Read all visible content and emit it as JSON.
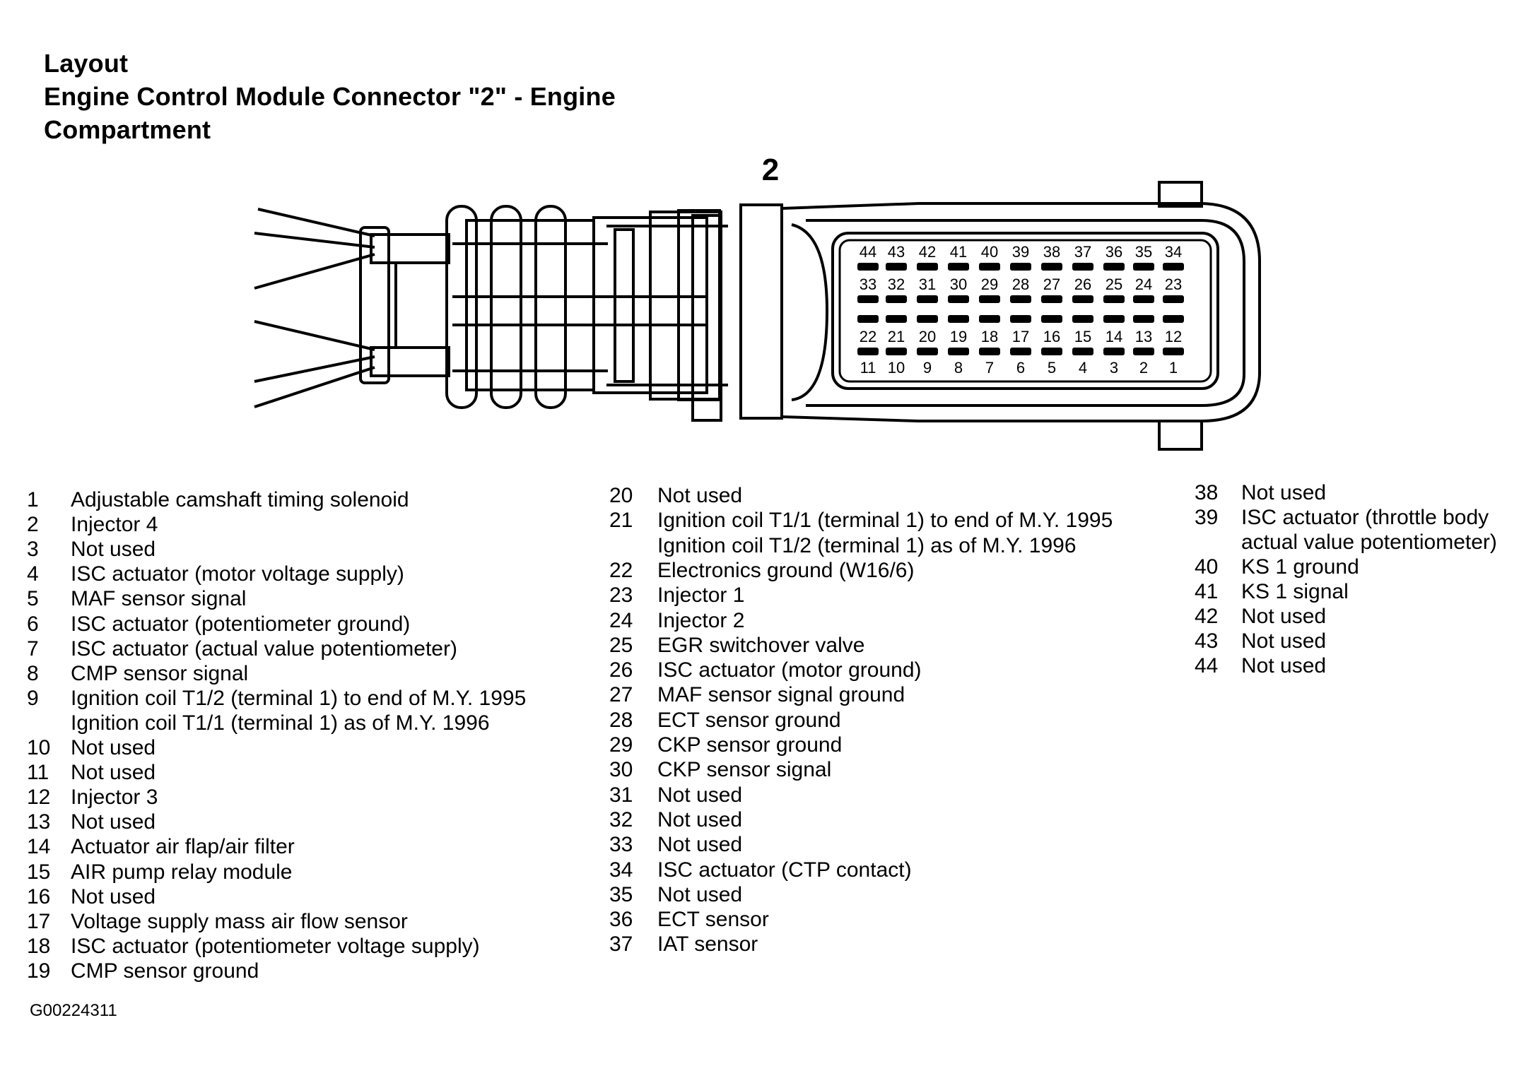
{
  "title": {
    "line1": "Layout",
    "line2": "Engine Control Module Connector  \"2\" - Engine",
    "line3": "Compartment"
  },
  "connector": {
    "label": "2",
    "row1": [
      "44",
      "43",
      "42",
      "41",
      "40",
      "39",
      "38",
      "37",
      "36",
      "35",
      "34"
    ],
    "row2": [
      "33",
      "32",
      "31",
      "30",
      "29",
      "28",
      "27",
      "26",
      "25",
      "24",
      "23"
    ],
    "row3": [
      "22",
      "21",
      "20",
      "19",
      "18",
      "17",
      "16",
      "15",
      "14",
      "13",
      "12"
    ],
    "row4": [
      "11",
      "10",
      "9",
      "8",
      "7",
      "6",
      "5",
      "4",
      "3",
      "2",
      "1"
    ]
  },
  "legend": {
    "col1": [
      {
        "num": "1",
        "lines": [
          "Adjustable camshaft timing solenoid"
        ]
      },
      {
        "num": "2",
        "lines": [
          "Injector 4"
        ]
      },
      {
        "num": "3",
        "lines": [
          "Not used"
        ]
      },
      {
        "num": "4",
        "lines": [
          "ISC actuator (motor voltage supply)"
        ]
      },
      {
        "num": "5",
        "lines": [
          "MAF sensor signal"
        ]
      },
      {
        "num": "6",
        "lines": [
          "ISC actuator (potentiometer ground)"
        ]
      },
      {
        "num": "7",
        "lines": [
          "ISC actuator (actual value potentiometer)"
        ]
      },
      {
        "num": "8",
        "lines": [
          "CMP sensor signal"
        ]
      },
      {
        "num": "9",
        "lines": [
          "Ignition coil T1/2 (terminal 1) to end of M.Y. 1995",
          "Ignition coil T1/1 (terminal 1) as of M.Y. 1996"
        ]
      },
      {
        "num": "10",
        "lines": [
          "Not used"
        ]
      },
      {
        "num": "11",
        "lines": [
          "Not used"
        ]
      },
      {
        "num": "12",
        "lines": [
          "Injector 3"
        ]
      },
      {
        "num": "13",
        "lines": [
          "Not used"
        ]
      },
      {
        "num": "14",
        "lines": [
          "Actuator air flap/air filter"
        ]
      },
      {
        "num": "15",
        "lines": [
          "AIR pump relay module"
        ]
      },
      {
        "num": "16",
        "lines": [
          "Not used"
        ]
      },
      {
        "num": "17",
        "lines": [
          "Voltage supply mass air flow sensor"
        ]
      },
      {
        "num": "18",
        "lines": [
          "ISC actuator (potentiometer voltage supply)"
        ]
      },
      {
        "num": "19",
        "lines": [
          "CMP sensor ground"
        ]
      }
    ],
    "col2": [
      {
        "num": "20",
        "lines": [
          "Not used"
        ]
      },
      {
        "num": "21",
        "lines": [
          "Ignition coil T1/1 (terminal 1) to end of M.Y. 1995",
          "Ignition coil T1/2 (terminal 1) as of M.Y. 1996"
        ]
      },
      {
        "num": "22",
        "lines": [
          "Electronics ground (W16/6)"
        ]
      },
      {
        "num": "23",
        "lines": [
          "Injector 1"
        ]
      },
      {
        "num": "24",
        "lines": [
          "Injector 2"
        ]
      },
      {
        "num": "25",
        "lines": [
          "EGR switchover valve"
        ]
      },
      {
        "num": "26",
        "lines": [
          "ISC actuator (motor ground)"
        ]
      },
      {
        "num": "27",
        "lines": [
          "MAF sensor signal ground"
        ]
      },
      {
        "num": "28",
        "lines": [
          "ECT sensor ground"
        ]
      },
      {
        "num": "29",
        "lines": [
          "CKP sensor ground"
        ]
      },
      {
        "num": "30",
        "lines": [
          "CKP sensor signal"
        ]
      },
      {
        "num": "31",
        "lines": [
          "Not used"
        ]
      },
      {
        "num": "32",
        "lines": [
          "Not used"
        ]
      },
      {
        "num": "33",
        "lines": [
          "Not used"
        ]
      },
      {
        "num": "34",
        "lines": [
          "ISC actuator (CTP contact)"
        ]
      },
      {
        "num": "35",
        "lines": [
          "Not used"
        ]
      },
      {
        "num": "36",
        "lines": [
          "ECT sensor"
        ]
      },
      {
        "num": "37",
        "lines": [
          "IAT sensor"
        ]
      }
    ],
    "col3": [
      {
        "num": "38",
        "lines": [
          "Not used"
        ]
      },
      {
        "num": "39",
        "lines": [
          "ISC actuator (throttle body",
          "actual value potentiometer)"
        ]
      },
      {
        "num": "40",
        "lines": [
          "KS 1 ground"
        ]
      },
      {
        "num": "41",
        "lines": [
          "KS 1 signal"
        ]
      },
      {
        "num": "42",
        "lines": [
          "Not used"
        ]
      },
      {
        "num": "43",
        "lines": [
          "Not used"
        ]
      },
      {
        "num": "44",
        "lines": [
          "Not used"
        ]
      }
    ]
  },
  "figure_id": "G00224311"
}
